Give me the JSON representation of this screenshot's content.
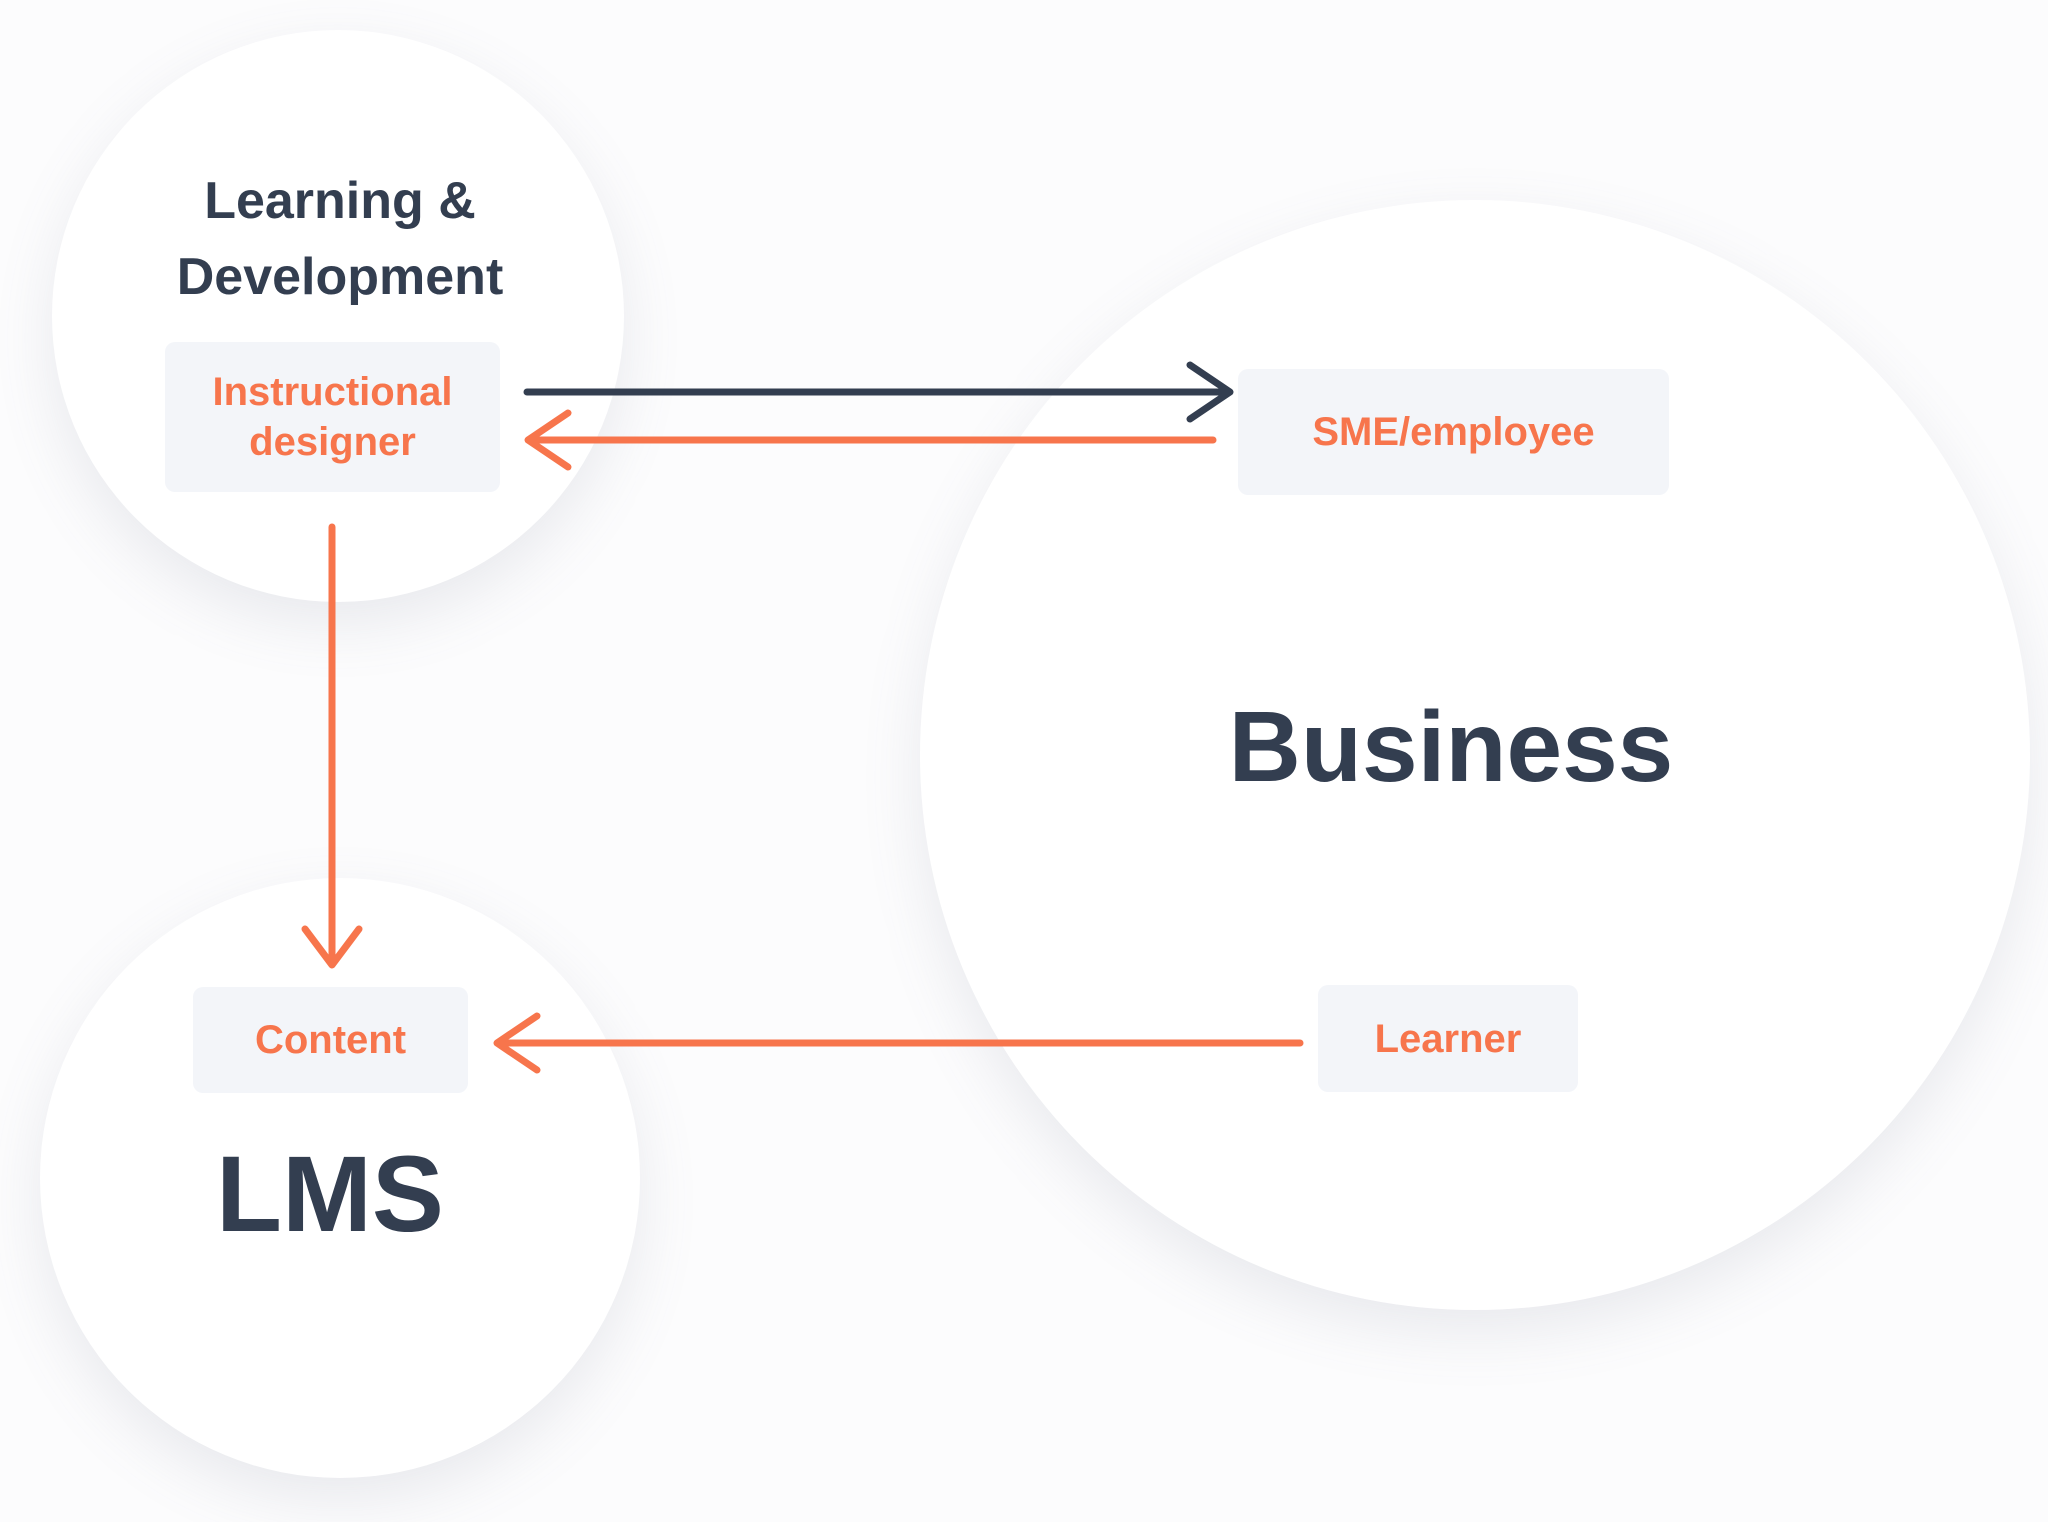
{
  "colors": {
    "accent_orange": "#F7754C",
    "navy": "#333E50",
    "label_box_bg": "#F3F5F9",
    "circle_bg": "#FFFFFF",
    "page_bg": "#FCFCFD"
  },
  "groups": {
    "lnd": {
      "title": "Learning & Development",
      "node": "Instructional designer"
    },
    "business": {
      "title": "Business",
      "sme": "SME/employee",
      "learner": "Learner"
    },
    "lms": {
      "title": "LMS",
      "node": "Content"
    }
  },
  "edges": [
    {
      "from": "Instructional designer",
      "to": "SME/employee",
      "color": "#333E50",
      "direction": "right"
    },
    {
      "from": "SME/employee",
      "to": "Instructional designer",
      "color": "#F7754C",
      "direction": "left"
    },
    {
      "from": "Instructional designer",
      "to": "Content",
      "color": "#F7754C",
      "direction": "down"
    },
    {
      "from": "Learner",
      "to": "Content",
      "color": "#F7754C",
      "direction": "left"
    }
  ]
}
